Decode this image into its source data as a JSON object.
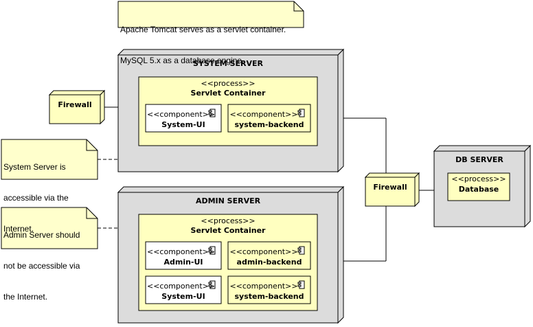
{
  "note_top": {
    "lines": [
      "Apache Tomcat serves as a servlet container.",
      "MySQL 5.x as a database engine."
    ]
  },
  "note_system": {
    "lines": [
      "System Server is",
      "accessible via the",
      "Internet."
    ]
  },
  "note_admin": {
    "lines": [
      "Admin Server should",
      "not be accessible via",
      "the Internet."
    ]
  },
  "system_server": {
    "title": "SYSTEM SERVER",
    "process": {
      "stereotype": "<<process>>",
      "name": "Servlet Container",
      "components": [
        {
          "stereotype": "<<component>>",
          "name": "System-UI"
        },
        {
          "stereotype": "<<component>>",
          "name": "system-backend"
        }
      ]
    }
  },
  "admin_server": {
    "title": "ADMIN SERVER",
    "process": {
      "stereotype": "<<process>>",
      "name": "Servlet Container",
      "components": [
        {
          "stereotype": "<<component>>",
          "name": "Admin-UI"
        },
        {
          "stereotype": "<<component>>",
          "name": "admin-backend"
        },
        {
          "stereotype": "<<component>>",
          "name": "System-UI"
        },
        {
          "stereotype": "<<component>>",
          "name": "system-backend"
        }
      ]
    }
  },
  "db_server": {
    "title": "DB SERVER",
    "process": {
      "stereotype": "<<process>>",
      "name": "Database"
    }
  },
  "firewall_left": {
    "name": "Firewall"
  },
  "firewall_right": {
    "name": "Firewall"
  },
  "colors": {
    "node_fill": "#dcdcdc",
    "node_face": "#e8e8e8",
    "box_fill": "#ffffc0",
    "note_fill": "#ffffcc",
    "stroke": "#000000"
  }
}
